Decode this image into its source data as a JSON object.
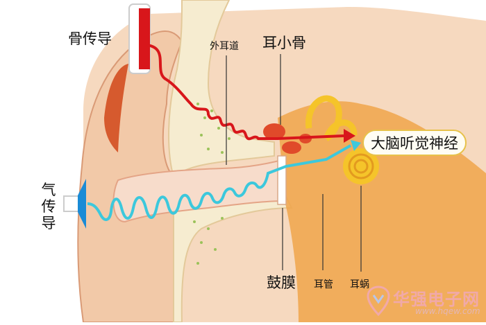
{
  "labels": {
    "bone_conduction": "骨传导",
    "air_conduction": "气传导",
    "outer_ear_canal": "外耳道",
    "ossicles": "耳小骨",
    "auditory_nerve": "大脑听觉神经",
    "eardrum": "鼓膜",
    "ear_tube": "耳管",
    "cochlea": "耳蜗"
  },
  "watermark": {
    "text": "华强电子网",
    "url": "www.hqew.com"
  },
  "colors": {
    "skin": "#f2c9a8",
    "skin_dark": "#e8a77f",
    "canal": "#f7dccb",
    "bone": "#f6ecd0",
    "inner": "#f0a54a",
    "bone_wave": "#d8161b",
    "air_wave": "#3cc8dc",
    "speaker": "#1a8bd6",
    "callout_border": "#e7c24a"
  }
}
